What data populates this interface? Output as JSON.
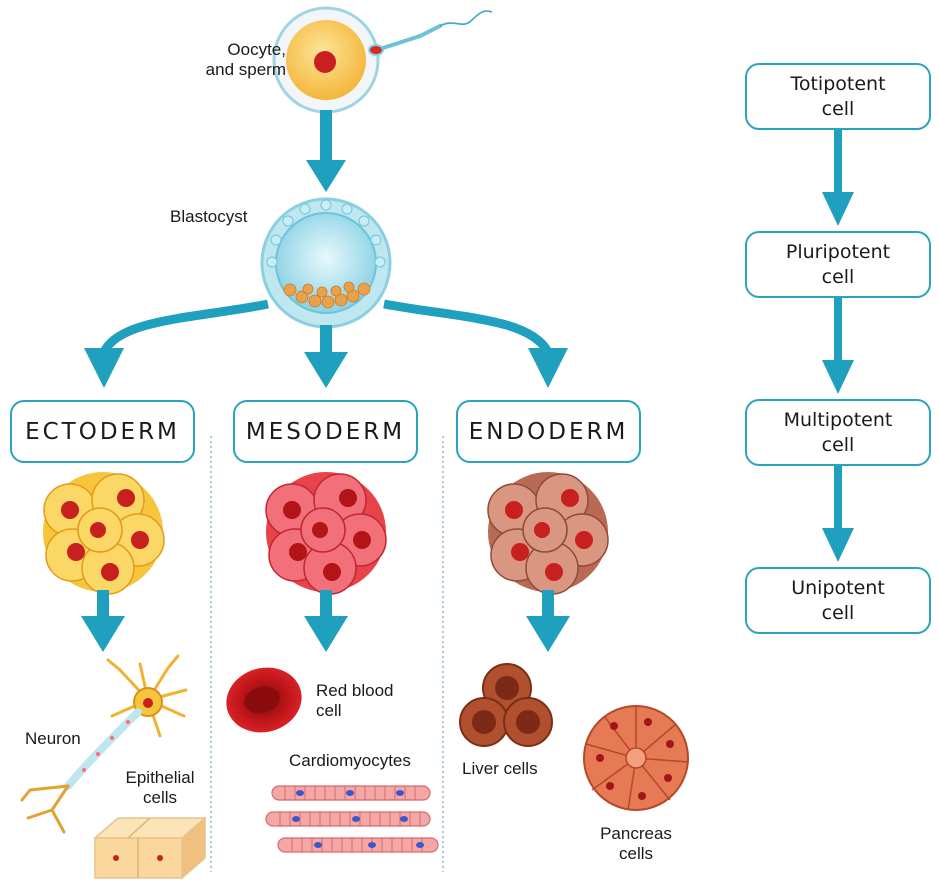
{
  "labels": {
    "oocyte": "Oocyte,",
    "oocyte_line2": "and sperm",
    "blastocyst": "Blastocyst",
    "neuron": "Neuron",
    "epithelial": "Epithelial",
    "epithelial_line2": "cells",
    "red_blood": "Red blood",
    "red_blood_line2": "cell",
    "cardiomyocytes": "Cardiomyocytes",
    "liver": "Liver cells",
    "pancreas": "Pancreas",
    "pancreas_line2": "cells"
  },
  "germ_layers": [
    "ECTODERM",
    "MESODERM",
    "ENDODERM"
  ],
  "potency": [
    {
      "line1": "Totipotent",
      "line2": "cell"
    },
    {
      "line1": "Pluripotent",
      "line2": "cell"
    },
    {
      "line1": "Multipotent",
      "line2": "cell"
    },
    {
      "line1": "Unipotent",
      "line2": "cell"
    }
  ],
  "colors": {
    "arrow": "#1fa0bf",
    "box_border": "#2aa3c0",
    "ectoderm": "#f5b72a",
    "mesoderm": "#e8434a",
    "endoderm": "#b96a55",
    "nucleus": "#c8201f"
  }
}
